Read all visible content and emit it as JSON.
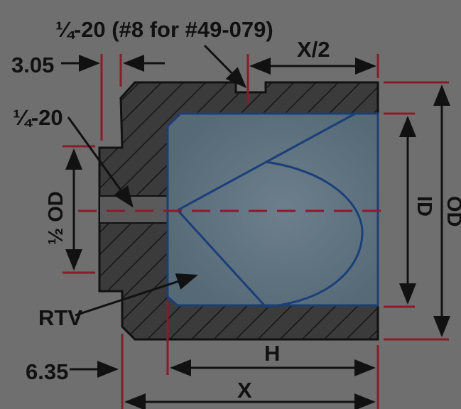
{
  "labels": {
    "thread_note": "¼-20 (#8 for #49-079)",
    "dim_3_05": "3.05",
    "thread": "¼-20",
    "half_od": "½ OD",
    "rtv": "RTV",
    "dim_6_35": "6.35",
    "h": "H",
    "x": "X",
    "x_half": "X/2",
    "id": "ID",
    "od": "OD"
  },
  "colors": {
    "background": "#6f6f6f",
    "housing": "#3b3b3b",
    "dimension_line": "#8b1a2a",
    "lens_outline": "#1a3f78",
    "centerline": "#8b1a2a"
  }
}
